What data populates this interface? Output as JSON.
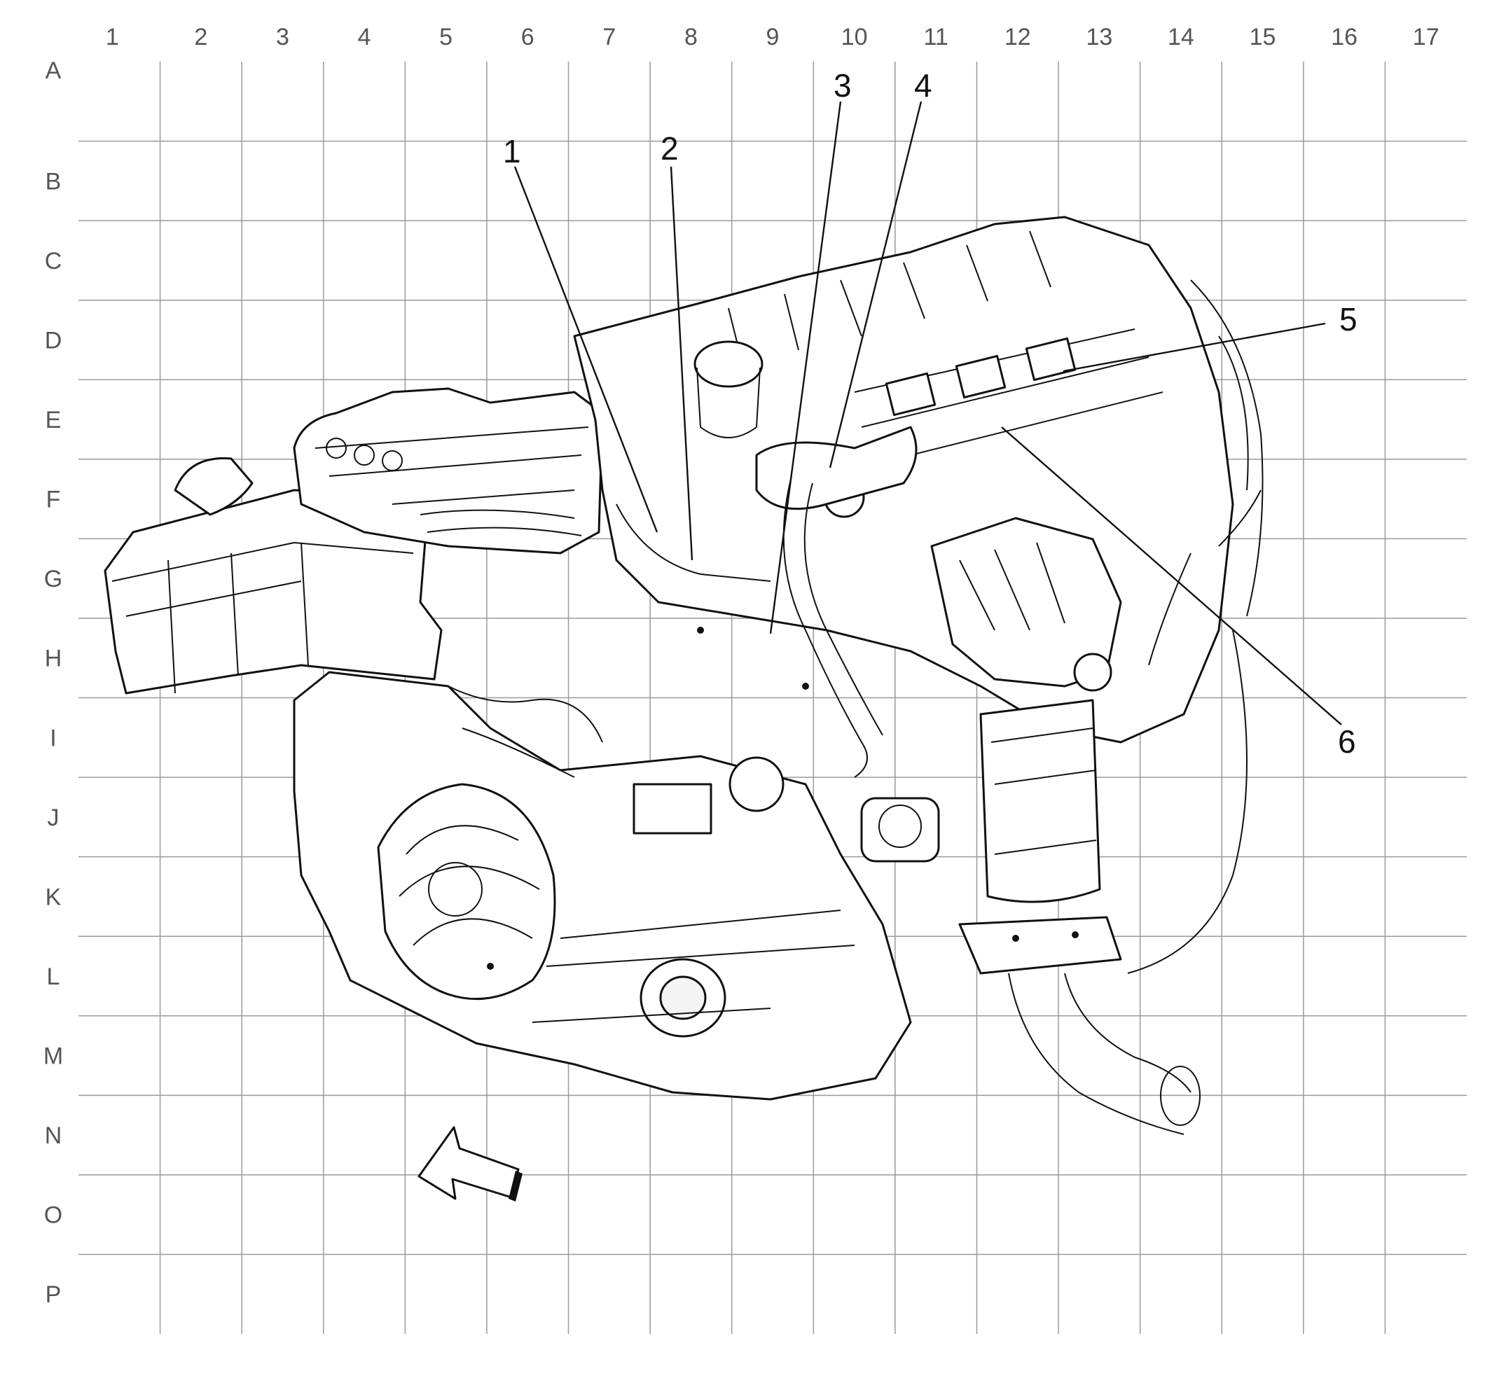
{
  "grid": {
    "columns": [
      "1",
      "2",
      "3",
      "4",
      "5",
      "6",
      "7",
      "8",
      "9",
      "10",
      "11",
      "12",
      "13",
      "14",
      "15",
      "16",
      "17"
    ],
    "rows": [
      "A",
      "B",
      "C",
      "D",
      "E",
      "F",
      "G",
      "H",
      "I",
      "J",
      "K",
      "L",
      "M",
      "N",
      "O",
      "P"
    ]
  },
  "callouts": [
    {
      "label": "1"
    },
    {
      "label": "2"
    },
    {
      "label": "3"
    },
    {
      "label": "4"
    },
    {
      "label": "5"
    },
    {
      "label": "6"
    }
  ],
  "colors": {
    "line": "#111111",
    "grid": "#9a9a9a",
    "label": "#555555",
    "background": "#ffffff"
  },
  "icons": {
    "orientation": "direction-arrow-icon"
  }
}
